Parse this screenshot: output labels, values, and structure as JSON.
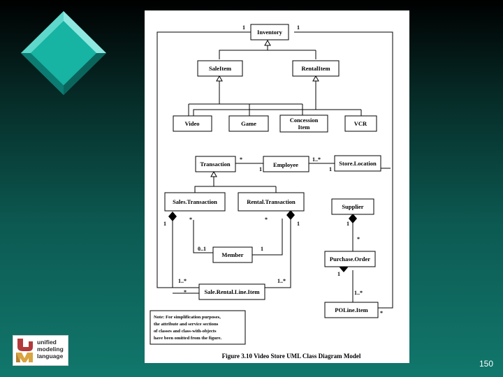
{
  "classes": {
    "inventory": "Inventory",
    "sale_item": "SaleItem",
    "rental_item": "RentalItem",
    "video": "Video",
    "game": "Game",
    "concession_item_1": "Concession",
    "concession_item_2": "Item",
    "vcr": "VCR",
    "transaction": "Transaction",
    "employee": "Employee",
    "store_location": "Store.Location",
    "sales_transaction": "Sales.Transaction",
    "rental_transaction": "Rental.Transaction",
    "supplier": "Supplier",
    "member": "Member",
    "purchase_order": "Purchase.Order",
    "sale_rental_line_item": "Sale.Rental.Line.Item",
    "po_line_item": "POLine.Item"
  },
  "multiplicities": {
    "inv_left": "1",
    "inv_right": "1",
    "trans_emp_star": "*",
    "trans_emp_one": "1",
    "emp_store_many": "1..*",
    "emp_store_one": "1",
    "sales_one": "1",
    "sales_star": "*",
    "rental_star": "*",
    "rental_one": "1",
    "member_zero_one": "0..1",
    "member_one": "1",
    "srli_left_many": "1..*",
    "srli_left_star": "*",
    "srli_right_many": "1..*",
    "supplier_one": "1",
    "po_star": "*",
    "po_one": "1",
    "poli_many": "1..*",
    "poli_star": "*"
  },
  "note": {
    "line1": "Note: For simplification purposes,",
    "line2": "the attribute and service sections",
    "line3": "of classes and class-with-objects",
    "line4": "have been omitted from the figure."
  },
  "caption": "Figure 3.10 Video Store UML Class Diagram Model",
  "logo": {
    "line1": "unified",
    "line2": "modeling",
    "line3": "language"
  },
  "page_number": "150",
  "colors": {
    "gem": "#17b3a3",
    "background_bottom": "#11776c",
    "logo_red": "#b23a3a"
  }
}
